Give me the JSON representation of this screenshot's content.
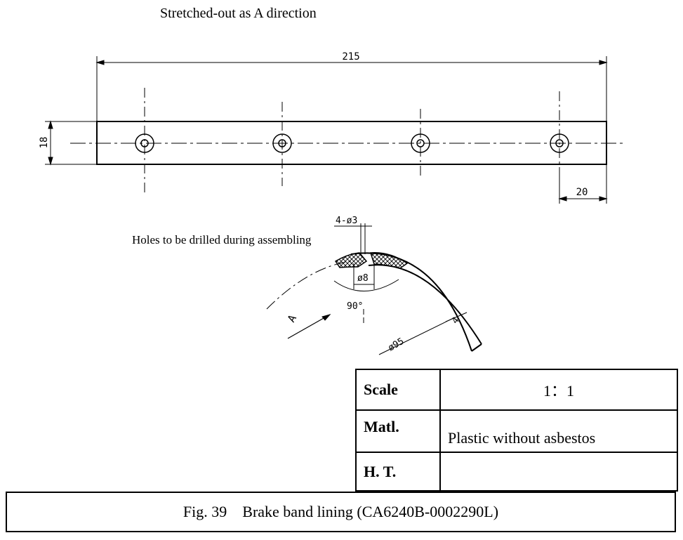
{
  "heading": "Stretched-out as A direction",
  "dims": {
    "length": "215",
    "width": "18",
    "end_offset": "20",
    "holes": "4-ø3",
    "counterbore": "ø8",
    "angle": "90°",
    "thickness": "4",
    "diameter": "ø95",
    "view": "A"
  },
  "note": "Holes to be drilled during assembling",
  "title_block": {
    "rows": [
      {
        "key": "Scale",
        "value": "1：1"
      },
      {
        "key": "Matl.",
        "value": "Plastic without asbestos"
      },
      {
        "key": "H. T.",
        "value": ""
      }
    ]
  },
  "caption": "Fig. 39    Brake band lining (CA6240B-0002290L)"
}
